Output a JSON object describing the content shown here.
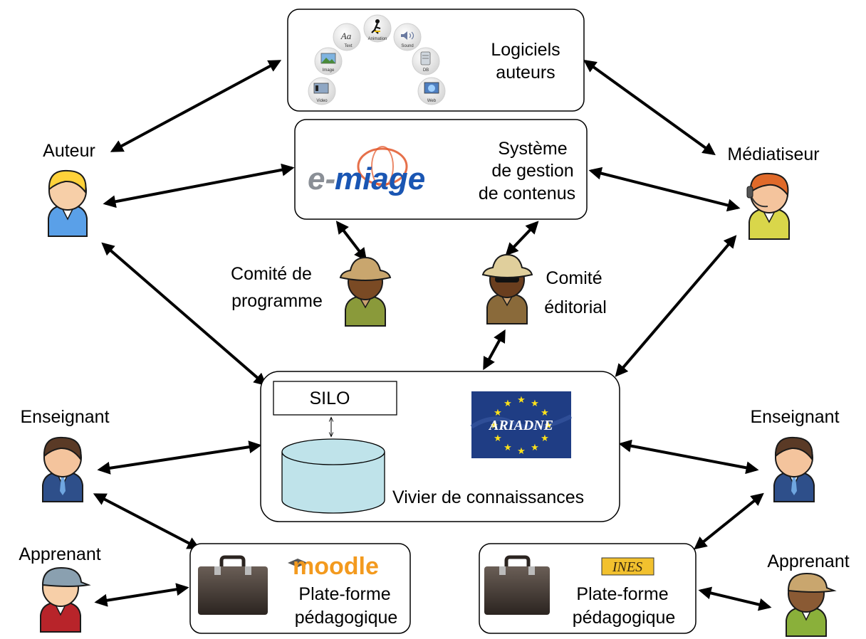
{
  "colors": {
    "emiage_gray": "#8a8f96",
    "emiage_blue": "#1a56b3",
    "emiage_orange": "#e2572a",
    "moodle_orange": "#f39a1e",
    "ariadne_blue": "#1f3d84",
    "ariadne_star": "#ffe21a",
    "cylinder_fill": "#bfe3ea",
    "ines_yellow": "#f2c12e"
  },
  "boxes": {
    "authoring": {
      "title_line1": "Logiciels",
      "title_line2": "auteurs",
      "icons": [
        "Text",
        "Animation",
        "Sound",
        "Image",
        "DB",
        "Video",
        "Web"
      ]
    },
    "cms": {
      "title_line1": "Système",
      "title_line2": "de gestion",
      "title_line3": "de contenus",
      "logo_part1": "e-",
      "logo_part2": "miage"
    },
    "vivier": {
      "silo_label": "SILO",
      "caption": "Vivier de connaissances",
      "ariadne_logo": "ARIADNE"
    },
    "platform_left": {
      "logo": "moodle",
      "line1": "Plate-forme",
      "line2": "pédagogique"
    },
    "platform_right": {
      "logo": "INES",
      "line1": "Plate-forme",
      "line2": "pédagogique"
    }
  },
  "actors": {
    "auteur": "Auteur",
    "mediatiseur": "Médiatiseur",
    "comite_programme_line1": "Comité de",
    "comite_programme_line2": "programme",
    "comite_editorial_line1": "Comité",
    "comite_editorial_line2": "éditorial",
    "enseignant_left": "Enseignant",
    "enseignant_right": "Enseignant",
    "apprenant_left": "Apprenant",
    "apprenant_right": "Apprenant"
  }
}
